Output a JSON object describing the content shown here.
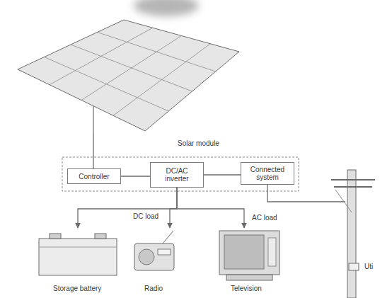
{
  "diagram": {
    "nodes": [
      {
        "text": [
          "Solar module"
        ]
      },
      {
        "text": [
          "Controller"
        ]
      },
      {
        "text": [
          "DC/AC inverter"
        ]
      },
      {
        "text": [
          "Connected system"
        ]
      },
      {
        "text": [
          "Storage battery"
        ]
      },
      {
        "text": [
          "DC load",
          "Radio"
        ]
      },
      {
        "text": [
          "AC load",
          "Television"
        ]
      },
      {
        "text": [
          "Uti"
        ]
      }
    ],
    "edges": [
      {
        "from": 0,
        "to": 1,
        "arrow": "none"
      },
      {
        "from": 1,
        "to": 2,
        "arrow": "none"
      },
      {
        "from": 2,
        "to": 3,
        "arrow": "none"
      },
      {
        "from": 2,
        "to": 4,
        "arrow": "to"
      },
      {
        "from": 2,
        "to": 5,
        "arrow": "to"
      },
      {
        "from": 2,
        "to": 6,
        "arrow": "to"
      },
      {
        "from": 3,
        "to": 7,
        "arrow": "none"
      }
    ]
  }
}
